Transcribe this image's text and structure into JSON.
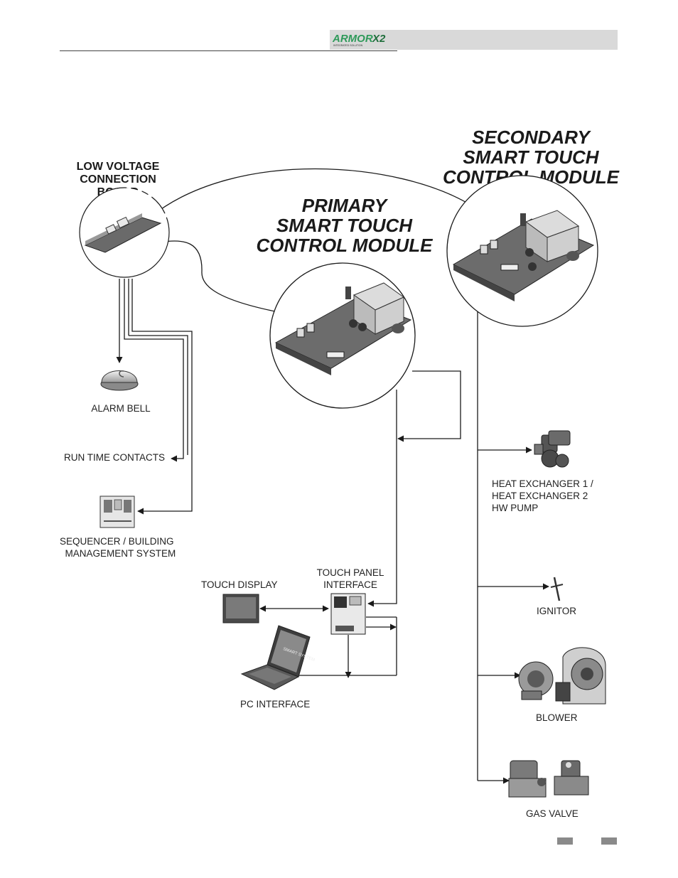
{
  "header": {
    "logo_text": "ARMOR",
    "logo_suffix": "X2",
    "logo_tagline": "INTEGRATED SOLUTION"
  },
  "titles": {
    "secondary_module": "SECONDARY\nSMART TOUCH\nCONTROL MODULE",
    "primary_module": "PRIMARY\nSMART TOUCH\nCONTROL MODULE",
    "low_voltage_board": "LOW VOLTAGE\nCONNECTION\nBOARD"
  },
  "labels": {
    "alarm_bell": "ALARM BELL",
    "run_time_contacts": "RUN TIME CONTACTS",
    "sequencer": "SEQUENCER / BUILDING\n  MANAGEMENT SYSTEM",
    "touch_display": "TOUCH DISPLAY",
    "touch_panel_interface": "TOUCH PANEL\nINTERFACE",
    "pc_interface": "PC INTERFACE",
    "hx_pump": "HEAT EXCHANGER 1 /\nHEAT EXCHANGER 2\nHW PUMP",
    "ignitor": "IGNITOR",
    "blower": "BLOWER",
    "gas_valve": "GAS VALVE",
    "laptop_screen_text": "SMART SYSTEM"
  },
  "colors": {
    "line": "#1a1a1a",
    "header_bar": "#d9d9d9",
    "logo_green": "#2f9a5a",
    "footer_tab": "#8a8a8a"
  }
}
